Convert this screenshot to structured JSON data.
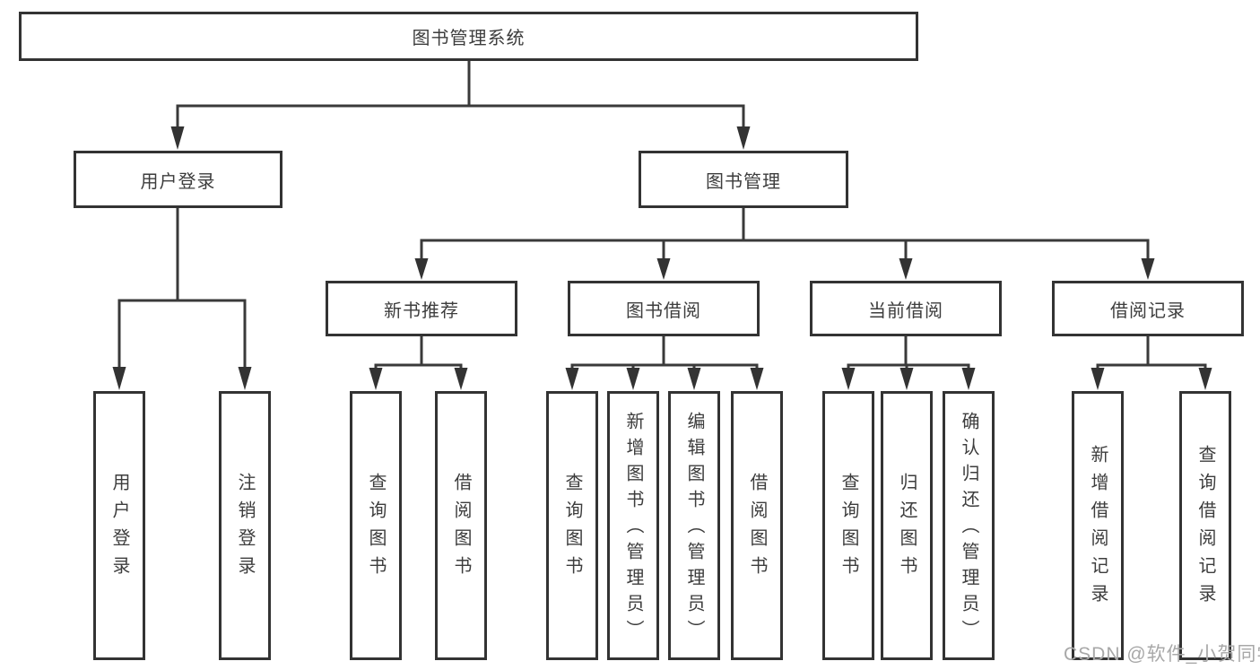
{
  "diagram": {
    "root": "图书管理系统",
    "level2": {
      "user_login": "用户登录",
      "book_mgmt": "图书管理"
    },
    "level3": {
      "new_books": "新书推荐",
      "book_borrow": "图书借阅",
      "current_borrow": "当前借阅",
      "borrow_records": "借阅记录"
    },
    "leaves": {
      "user_login": [
        "用户登录",
        "注销登录"
      ],
      "new_books": [
        "查询图书",
        "借阅图书"
      ],
      "book_borrow": [
        "查询图书",
        "新增图书（管理员）",
        "编辑图书（管理员）",
        "借阅图书"
      ],
      "current_borrow": [
        "查询图书",
        "归还图书",
        "确认归还（管理员）"
      ],
      "borrow_records": [
        "新增借阅记录",
        "查询借阅记录"
      ]
    }
  },
  "watermark": "CSDN @软件_小贺同学",
  "colors": {
    "line": "#3a3a3a",
    "border": "#333333",
    "text": "#3d3d3d",
    "watermark": "#a8a8a8",
    "background": "#ffffff"
  }
}
